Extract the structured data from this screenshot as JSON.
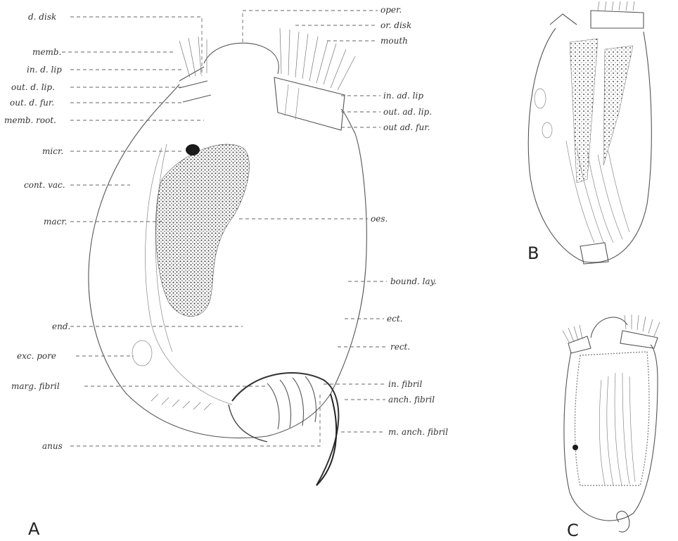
{
  "figure": {
    "panel_labels": {
      "a": "A",
      "b": "B",
      "c": "C"
    },
    "labels_left": {
      "d_disk": "d. disk",
      "memb": "memb.",
      "in_d_lip": "in. d. lip",
      "out_d_lip": "out. d. lip.",
      "out_d_fur": "out. d. fur.",
      "memb_root": "memb. root.",
      "micr": "micr.",
      "cont_vac": "cont. vac.",
      "macr": "macr.",
      "end": "end.",
      "exc_pore": "exc. pore",
      "marg_fibril": "marg. fibril",
      "anus": "anus"
    },
    "labels_right": {
      "oper": "oper.",
      "or_disk": "or. disk",
      "mouth": "mouth",
      "in_ad_lip": "in. ad. lip",
      "out_ad_lip": "out. ad. lip.",
      "out_ad_fur": "out ad. fur.",
      "oes": "oes.",
      "bound_lay": "bound. lay.",
      "ect": "ect.",
      "rect": "rect.",
      "in_fibril": "in. fibril",
      "anch_fibril": "anch. fibril",
      "m_anch_fibril": "m. anch. fibril"
    }
  }
}
